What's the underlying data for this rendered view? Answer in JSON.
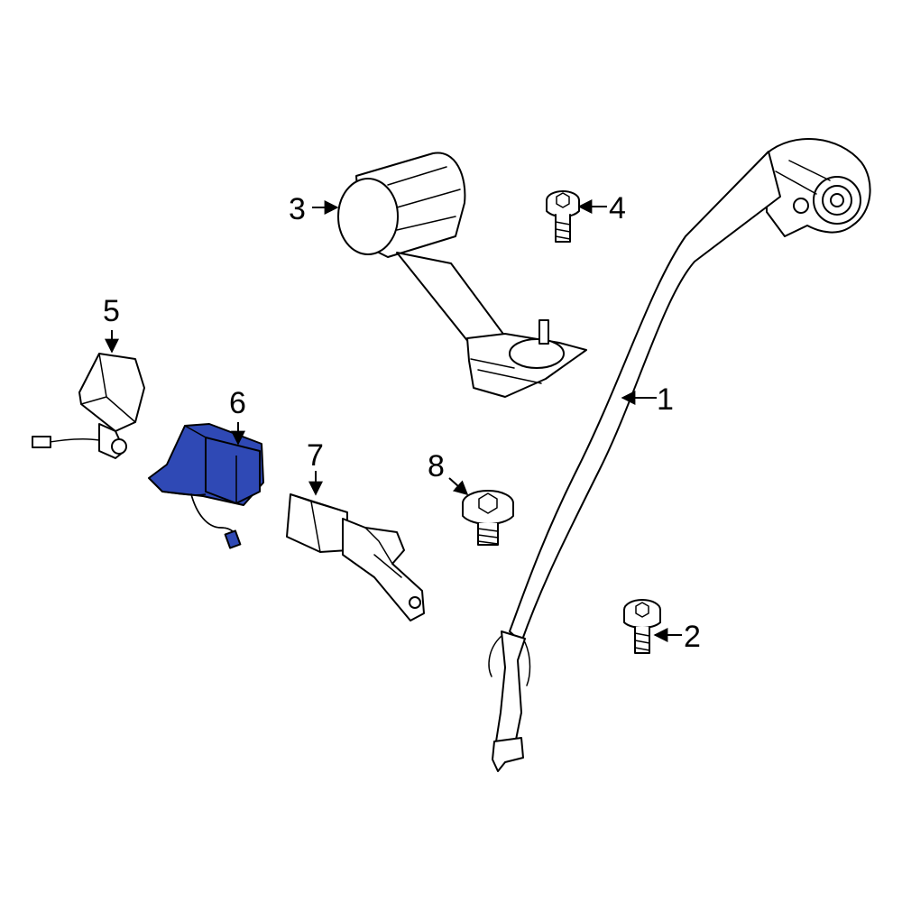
{
  "callouts": [
    {
      "id": "1",
      "label": "1",
      "part": "seat-belt-assembly"
    },
    {
      "id": "2",
      "label": "2",
      "part": "anchor-bolt"
    },
    {
      "id": "3",
      "label": "3",
      "part": "retractor"
    },
    {
      "id": "4",
      "label": "4",
      "part": "retractor-bolt"
    },
    {
      "id": "5",
      "label": "5",
      "part": "buckle"
    },
    {
      "id": "6",
      "label": "6",
      "part": "buckle-highlighted"
    },
    {
      "id": "7",
      "label": "7",
      "part": "buckle-end"
    },
    {
      "id": "8",
      "label": "8",
      "part": "buckle-bolt"
    }
  ],
  "colors": {
    "highlight": "#2f49b5",
    "line": "#000000",
    "background": "#ffffff"
  }
}
